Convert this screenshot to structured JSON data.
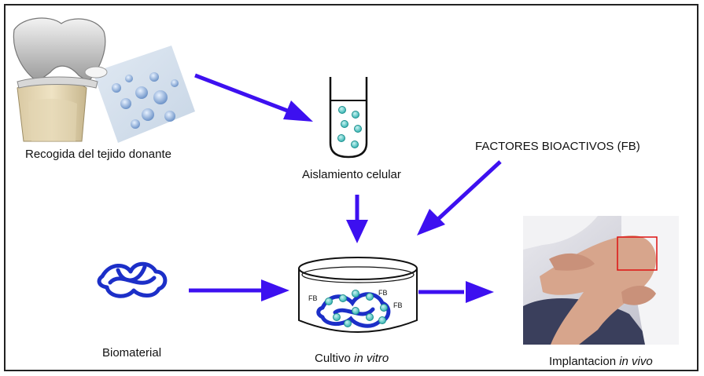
{
  "labels": {
    "donor": "Recogida del tejido donante",
    "isolation": "Aislamiento celular",
    "factors": "FACTORES BIOACTIVOS (FB)",
    "biomaterial": "Biomaterial",
    "culture_main": "Cultivo ",
    "culture_em": "in vitro",
    "implant_main": "Implantacion ",
    "implant_em": "in vivo",
    "fb": "FB"
  },
  "colors": {
    "arrow": "#3d10f0",
    "cell": "#5fd3d0",
    "scaffold": "#1c2fc8",
    "outline": "#111111"
  },
  "icons": {
    "knee": "knee-joint-illustration",
    "tube": "test-tube-icon",
    "dish": "petri-dish-icon",
    "scaffold": "biomaterial-scaffold-icon",
    "photo": "implantation-photo"
  }
}
